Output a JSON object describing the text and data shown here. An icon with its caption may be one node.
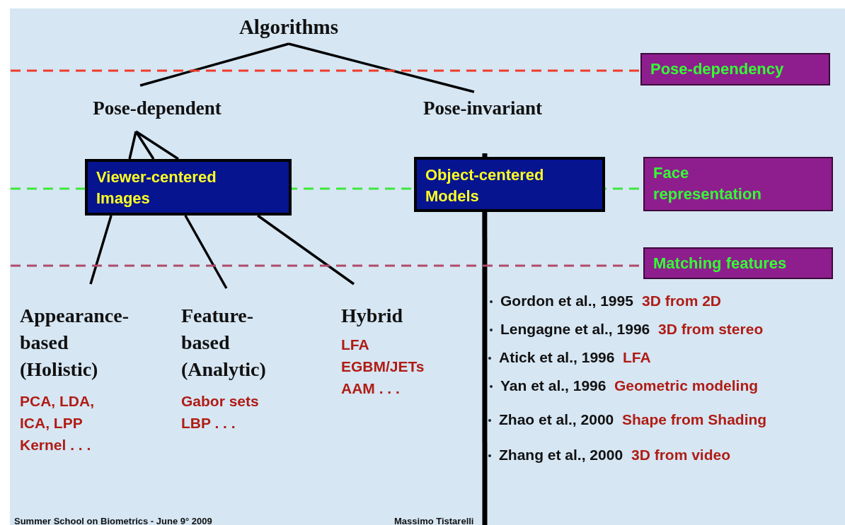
{
  "diagram": {
    "nodes": [
      {
        "text": [
          "Algorithms"
        ]
      },
      {
        "text": [
          "Pose-dependent"
        ]
      },
      {
        "text": [
          "Pose-invariant"
        ]
      },
      {
        "text": [
          "Viewer-centered Images"
        ]
      },
      {
        "text": [
          "Object-centered Models"
        ]
      },
      {
        "text": [
          "Appearance-based (Holistic)",
          "PCA, LDA, ICA, LPP Kernel . . ."
        ]
      },
      {
        "text": [
          "Feature-based (Analytic)",
          "Gabor sets LBP . . ."
        ]
      },
      {
        "text": [
          "Hybrid",
          "LFA EGBM/JETs AAM . . ."
        ]
      },
      {
        "text": [
          "Pose-dependency"
        ]
      },
      {
        "text": [
          "Face representation"
        ]
      },
      {
        "text": [
          "Matching features"
        ]
      }
    ],
    "edges": [
      {
        "from": 0,
        "to": 1,
        "arrow": "none"
      },
      {
        "from": 0,
        "to": 2,
        "arrow": "none"
      },
      {
        "from": 1,
        "to": 3,
        "arrow": "none"
      },
      {
        "from": 3,
        "to": 5,
        "arrow": "none"
      },
      {
        "from": 3,
        "to": 6,
        "arrow": "none"
      },
      {
        "from": 3,
        "to": 7,
        "arrow": "none"
      },
      {
        "from": 4,
        "to": null,
        "arrow": "none",
        "style": "thick"
      },
      {
        "from": null,
        "to": 8,
        "arrow": "none",
        "style": "dashed",
        "color": "#f03a2a"
      },
      {
        "from": null,
        "to": 9,
        "arrow": "none",
        "style": "dashed",
        "color": "#3ee83a"
      },
      {
        "from": null,
        "to": 10,
        "arrow": "none",
        "style": "dashed",
        "color": "#b04a6a"
      }
    ],
    "labels": [
      "Gordon et al., 1995",
      "3D from 2D",
      "Lengagne et al., 1996",
      "3D from stereo",
      "Atick et al., 1996",
      "LFA",
      "Yan et al., 1996",
      "Geometric modeling",
      "Zhao et al., 2000",
      "Shape from Shading",
      "Zhang et al., 2000",
      "3D from video",
      "Summer School on Biometrics - June 9° 2009",
      "Massimo Tistarelli"
    ]
  }
}
